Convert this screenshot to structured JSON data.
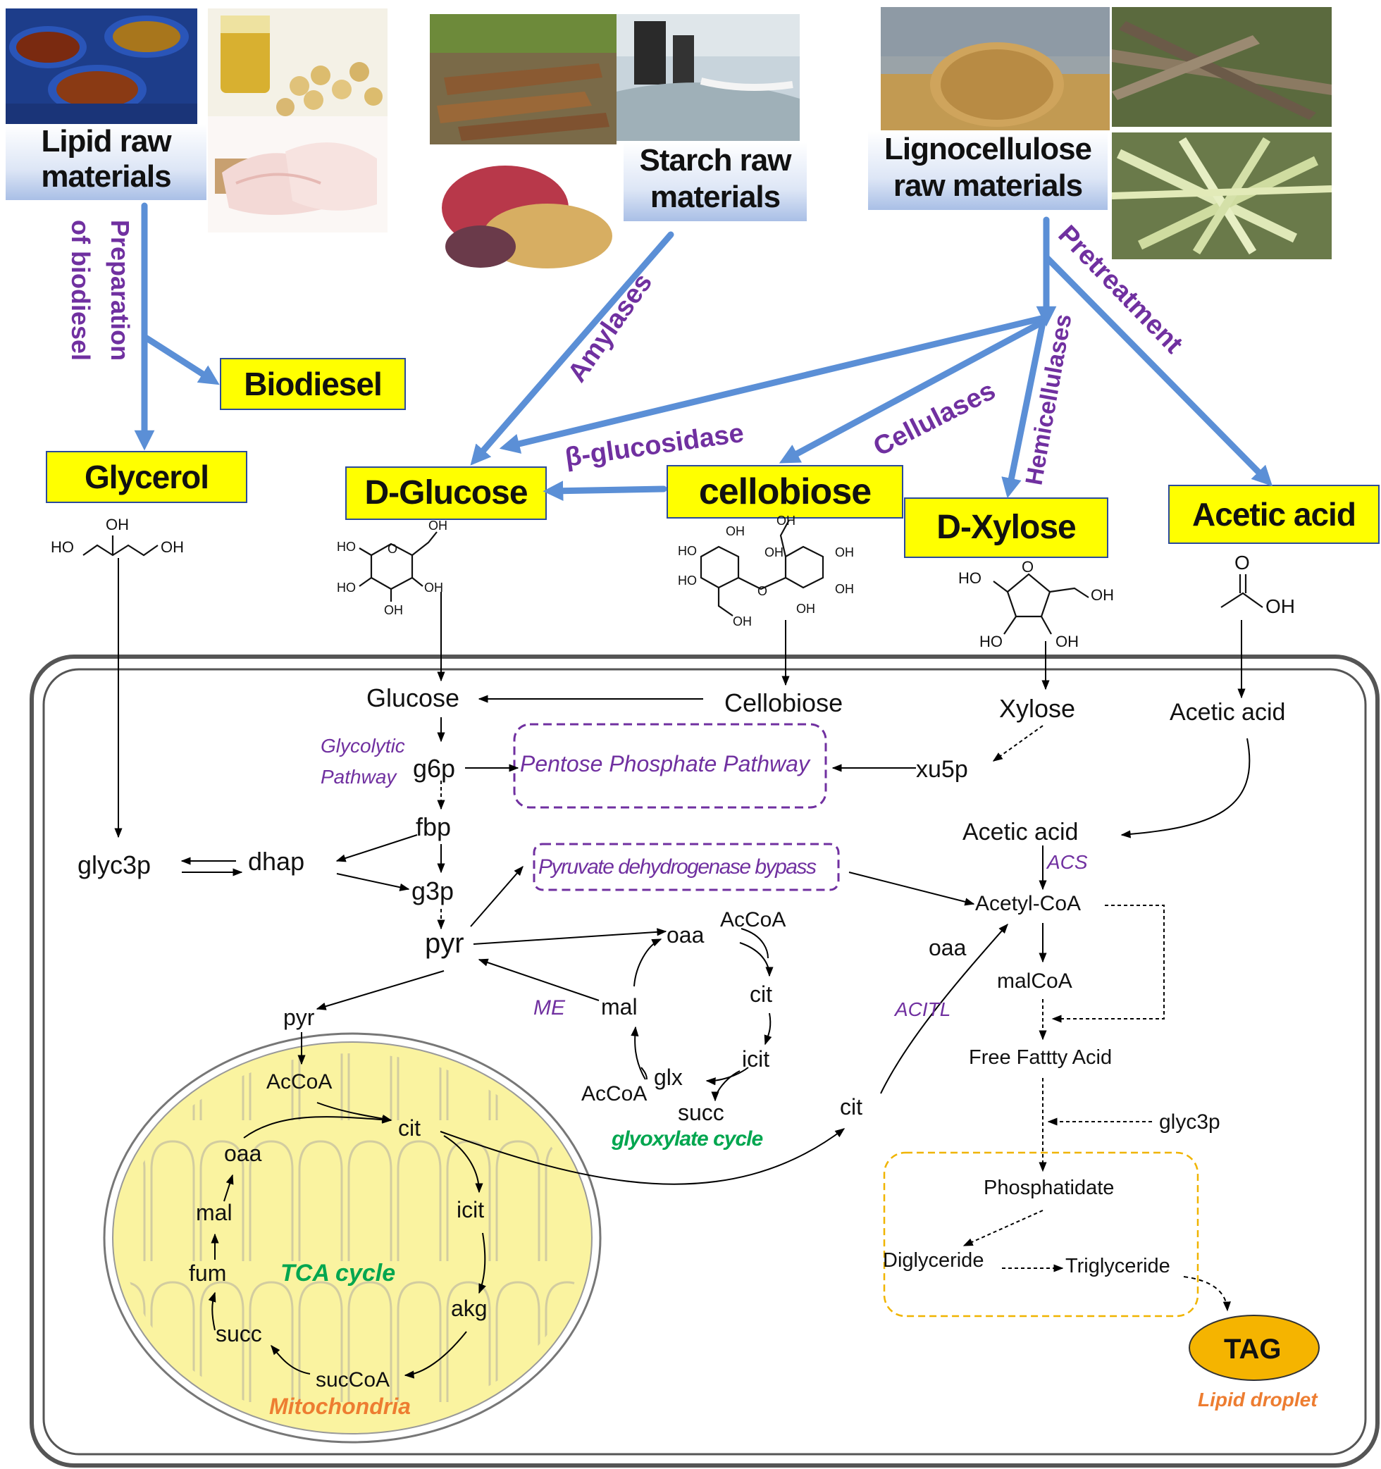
{
  "sources": {
    "lipid": {
      "line1": "Lipid raw",
      "line2": "materials"
    },
    "starch": {
      "line1": "Starch raw",
      "line2": "materials"
    },
    "ligno": {
      "line1": "Lignocellulose",
      "line2": "raw materials"
    }
  },
  "processes": {
    "prep_line1": "Preparation",
    "prep_line2": "of biodiesel",
    "amylases": "Amylases",
    "pretreatment": "Pretreatment",
    "cellulases": "Cellulases",
    "hemicellulases": "Hemicellulases",
    "bglucosidase": "β-glucosidase"
  },
  "products": {
    "biodiesel": "Biodiesel",
    "glycerol": "Glycerol",
    "dglucose": "D-Glucose",
    "cellobiose": "cellobiose",
    "dxylose": "D-Xylose",
    "acetic": "Acetic acid"
  },
  "chem": {
    "oh": "OH",
    "ho": "HO",
    "o": "O"
  },
  "metabolites": {
    "glucose": "Glucose",
    "cellobiose": "Cellobiose",
    "xylose": "Xylose",
    "acetic_out": "Acetic acid",
    "g6p": "g6p",
    "fbp": "fbp",
    "g3p": "g3p",
    "pyr": "pyr",
    "dhap": "dhap",
    "glyc3p": "glyc3p",
    "xu5p": "xu5p",
    "acetic_in": "Acetic acid",
    "acetylcoa": "Acetyl-CoA",
    "malcoa": "malCoA",
    "ffa": "Free Fattty Acid",
    "glyc3p_right": "glyc3p",
    "phosphatidate": "Phosphatidate",
    "diglyceride": "Diglyceride",
    "triglyceride": "Triglyceride",
    "tag": "TAG",
    "oaa_right": "oaa",
    "cit_right": "cit"
  },
  "pathways": {
    "glycolytic1": "Glycolytic",
    "glycolytic2": "Pathway",
    "ppp": "Pentose  Phosphate  Pathway",
    "pdh_bypass": "Pyruvate dehydrogenase bypass",
    "acs": "ACS",
    "acitl": "ACITL",
    "me": "ME",
    "glyoxylate": "glyoxylate cycle",
    "tca": "TCA cycle",
    "mitochondria": "Mitochondria",
    "lipid_droplet": "Lipid  droplet"
  },
  "glyox": {
    "oaa": "oaa",
    "accoa_top": "AcCoA",
    "cit": "cit",
    "icit": "icit",
    "glx": "glx",
    "accoa_bottom": "AcCoA",
    "succ": "succ",
    "mal": "mal"
  },
  "tca": {
    "pyr": "pyr",
    "accoa": "AcCoA",
    "cit": "cit",
    "icit": "icit",
    "akg": "akg",
    "succoa": "sucCoA",
    "succ": "succ",
    "fum": "fum",
    "mal": "mal",
    "oaa": "oaa"
  },
  "colors": {
    "blue_arrow": "#5b8fd6",
    "purple": "#7030a0",
    "green": "#00a64f",
    "orange": "#ed7d31",
    "yellow_box": "#ffff00",
    "mito_fill": "#faf3a0",
    "tag_fill": "#f5b400"
  }
}
